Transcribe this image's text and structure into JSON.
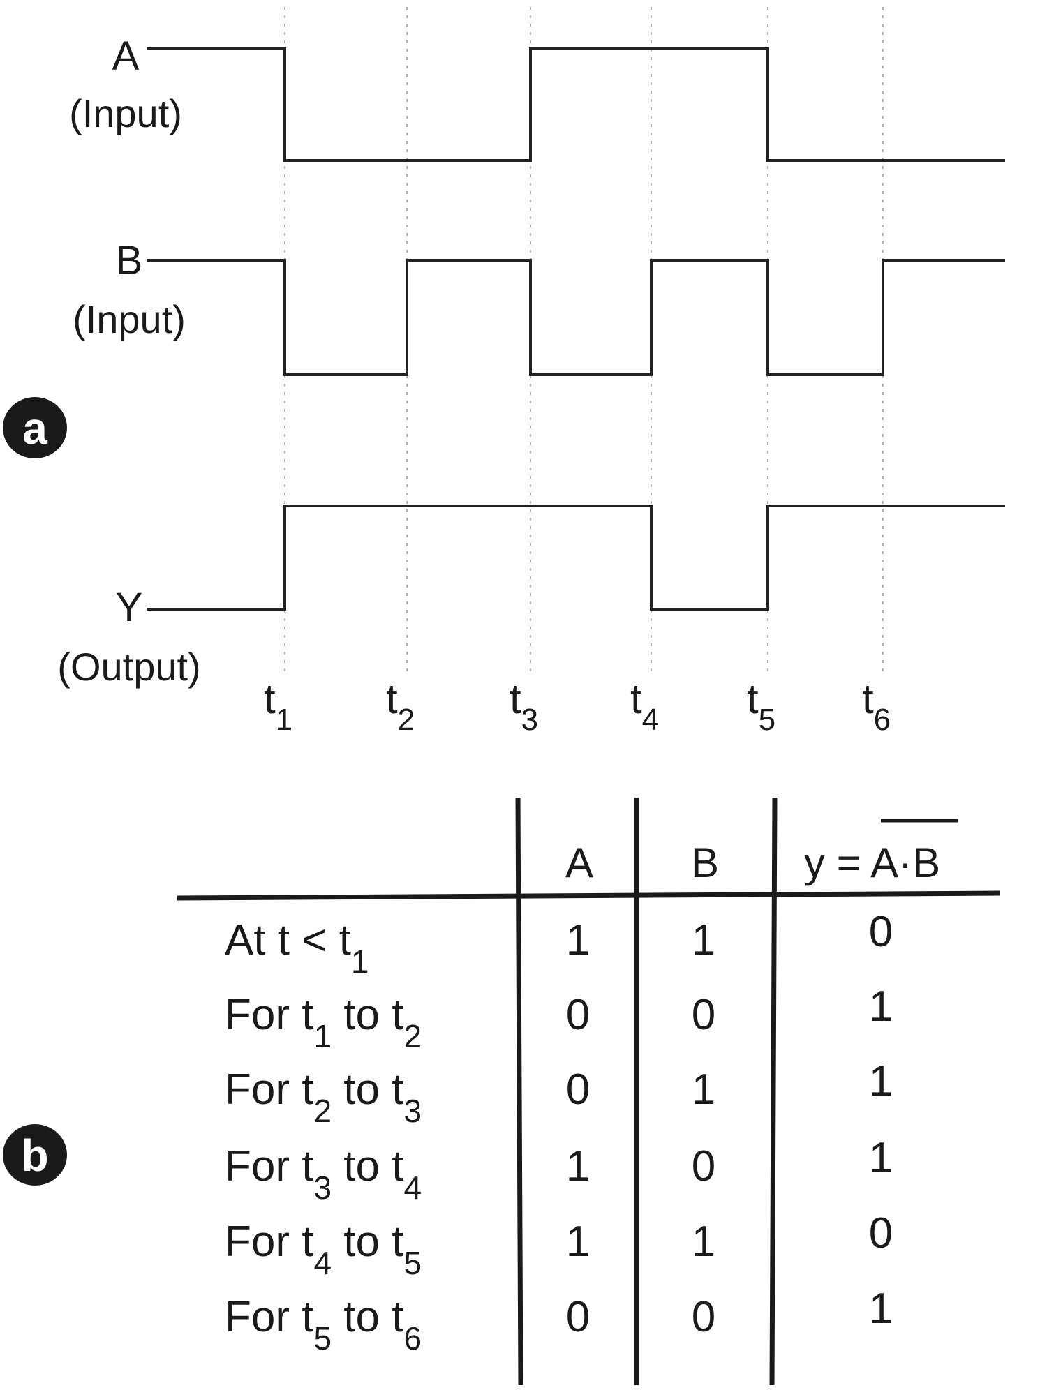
{
  "panel_a": {
    "badge": "a",
    "signals": [
      {
        "name": "A",
        "role": "(Input)",
        "levels": [
          1,
          0,
          0,
          1,
          1,
          0,
          0
        ]
      },
      {
        "name": "B",
        "role": "(Input)",
        "levels": [
          1,
          0,
          1,
          0,
          1,
          0,
          1
        ]
      },
      {
        "name": "Y",
        "role": "(Output)",
        "levels": [
          0,
          1,
          1,
          1,
          0,
          1,
          1
        ]
      }
    ],
    "time_marks": [
      {
        "base": "t",
        "sub": "1"
      },
      {
        "base": "t",
        "sub": "2"
      },
      {
        "base": "t",
        "sub": "3"
      },
      {
        "base": "t",
        "sub": "4"
      },
      {
        "base": "t",
        "sub": "5"
      },
      {
        "base": "t",
        "sub": "6"
      }
    ]
  },
  "panel_b": {
    "badge": "b",
    "columns": {
      "a": "A",
      "b": "B",
      "y_prefix": "y = ",
      "y_expr": "A·B"
    },
    "rows": [
      {
        "label": [
          [
            "At t < t",
            "1"
          ]
        ],
        "a": "1",
        "b": "1",
        "y": "0"
      },
      {
        "label": [
          [
            "For t",
            "1"
          ],
          [
            " to t",
            "2"
          ]
        ],
        "a": "0",
        "b": "0",
        "y": "1"
      },
      {
        "label": [
          [
            "For t",
            "2"
          ],
          [
            " to t",
            "3"
          ]
        ],
        "a": "0",
        "b": "1",
        "y": "1"
      },
      {
        "label": [
          [
            "For t",
            "3"
          ],
          [
            " to t",
            "4"
          ]
        ],
        "a": "1",
        "b": "0",
        "y": "1"
      },
      {
        "label": [
          [
            "For t",
            "4"
          ],
          [
            " to t",
            "5"
          ]
        ],
        "a": "1",
        "b": "1",
        "y": "0"
      },
      {
        "label": [
          [
            "For t",
            "5"
          ],
          [
            " to t",
            "6"
          ]
        ],
        "a": "0",
        "b": "0",
        "y": "1"
      }
    ]
  }
}
